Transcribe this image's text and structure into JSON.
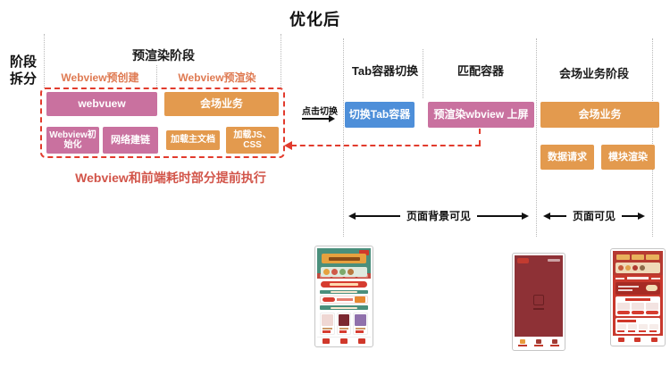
{
  "title": "优化后",
  "stage_split": "阶段拆分",
  "prerender": {
    "header": "预渲染阶段",
    "sub_precreate": "Webview预创建",
    "sub_prerender": "Webview预渲染",
    "box_webview": "webvuew",
    "box_hall": "会场业务",
    "box_init": "Webview初始化",
    "box_network": "网络建链",
    "box_maindoc": "加载主文档",
    "box_jscss": "加载JS、CSS",
    "caption": "Webview和前端耗时部分提前执行"
  },
  "tab_switch": {
    "header": "Tab容器切换",
    "click_label": "点击切换",
    "box_switch": "切换Tab容器"
  },
  "match": {
    "header": "匹配容器",
    "box_onscreen": "预渲染wbview 上屏"
  },
  "hall_stage": {
    "header": "会场业务阶段",
    "box_hall": "会场业务",
    "box_data": "数据请求",
    "box_render": "模块渲染"
  },
  "visibility": {
    "background_visible": "页面背景可见",
    "page_visible": "页面可见"
  },
  "colors": {
    "node_pink": "#C9719F",
    "node_orange": "#E39A4E",
    "node_blue": "#4E8FD9",
    "dashed_red": "#E23B2D",
    "subheader_orange": "#DF7A52",
    "caption_red": "#D2554A",
    "phone_bg_dark_red": "#8E3136",
    "phone_theme_red": "#C8382D",
    "phone_theme_teal": "#4A8F7C"
  }
}
